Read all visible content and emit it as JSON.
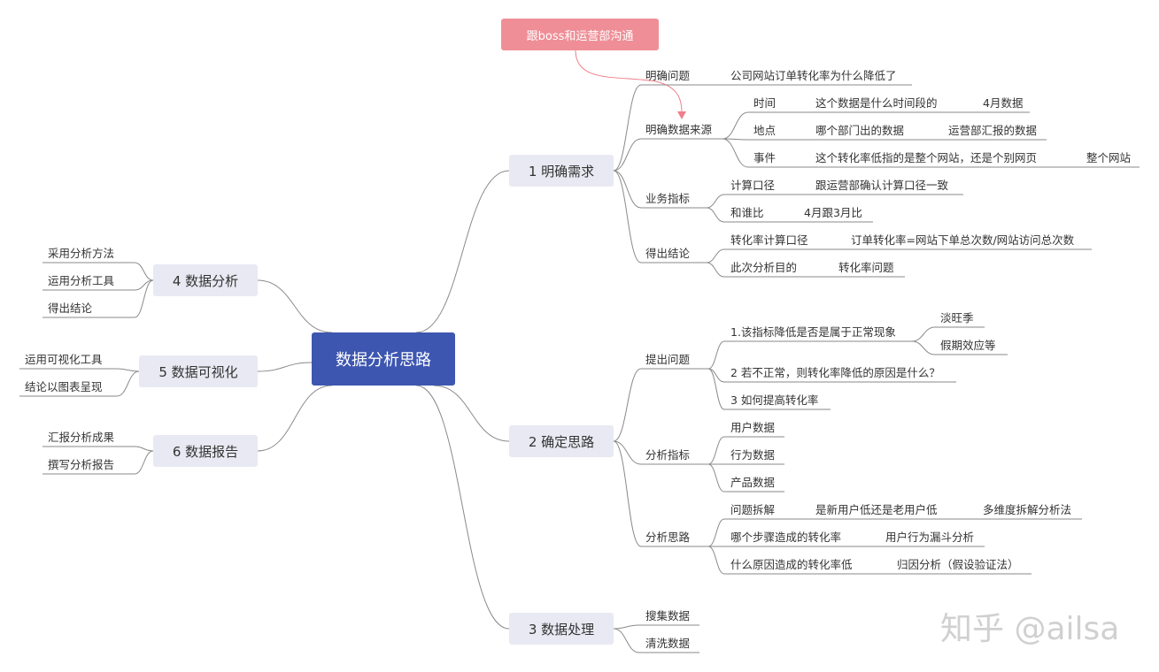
{
  "title": "数据分析思路",
  "floating_topic": "跟boss和运营部沟通",
  "watermark": "知乎 @ailsa",
  "colors": {
    "root": "#3d56b0",
    "branch_bg": "#e8e9f2",
    "floating": "#ef8e97",
    "line": "#8a8a8a",
    "relation": "#ef7f8a"
  },
  "branches": [
    {
      "label": "1 明确需求",
      "children": [
        {
          "label": "明确问题",
          "children": [
            {
              "label": "公司网站订单转化率为什么降低了"
            }
          ]
        },
        {
          "label": "明确数据来源",
          "children": [
            {
              "label": "时间",
              "children": [
                {
                  "label": "这个数据是什么时间段的",
                  "children": [
                    {
                      "label": "4月数据"
                    }
                  ]
                }
              ]
            },
            {
              "label": "地点",
              "children": [
                {
                  "label": "哪个部门出的数据",
                  "children": [
                    {
                      "label": "运营部汇报的数据"
                    }
                  ]
                }
              ]
            },
            {
              "label": "事件",
              "children": [
                {
                  "label": "这个转化率低指的是整个网站，还是个别网页",
                  "children": [
                    {
                      "label": "整个网站"
                    }
                  ]
                }
              ]
            }
          ]
        },
        {
          "label": "业务指标",
          "children": [
            {
              "label": "计算口径",
              "children": [
                {
                  "label": "跟运营部确认计算口径一致"
                }
              ]
            },
            {
              "label": "和谁比",
              "children": [
                {
                  "label": "4月跟3月比"
                }
              ]
            }
          ]
        },
        {
          "label": "得出结论",
          "children": [
            {
              "label": "转化率计算口径",
              "children": [
                {
                  "label": "订单转化率=网站下单总次数/网站访问总次数"
                }
              ]
            },
            {
              "label": "此次分析目的",
              "children": [
                {
                  "label": "转化率问题"
                }
              ]
            }
          ]
        }
      ]
    },
    {
      "label": "2 确定思路",
      "children": [
        {
          "label": "提出问题",
          "children": [
            {
              "label": "1.该指标降低是否是属于正常现象",
              "children": [
                {
                  "label": "淡旺季"
                },
                {
                  "label": "假期效应等"
                }
              ]
            },
            {
              "label": "2 若不正常，则转化率降低的原因是什么？"
            },
            {
              "label": "3 如何提高转化率"
            }
          ]
        },
        {
          "label": "分析指标",
          "children": [
            {
              "label": "用户数据"
            },
            {
              "label": "行为数据"
            },
            {
              "label": "产品数据"
            }
          ]
        },
        {
          "label": "分析思路",
          "children": [
            {
              "label": "问题拆解",
              "children": [
                {
                  "label": "是新用户低还是老用户低",
                  "children": [
                    {
                      "label": "多维度拆解分析法"
                    }
                  ]
                }
              ]
            },
            {
              "label": "哪个步骤造成的转化率",
              "children": [
                {
                  "label": "用户行为漏斗分析"
                }
              ]
            },
            {
              "label": "什么原因造成的转化率低",
              "children": [
                {
                  "label": "归因分析（假设验证法）"
                }
              ]
            }
          ]
        }
      ]
    },
    {
      "label": "3 数据处理",
      "children": [
        {
          "label": "搜集数据"
        },
        {
          "label": "清洗数据"
        }
      ]
    },
    {
      "label": "4 数据分析",
      "children": [
        {
          "label": "采用分析方法"
        },
        {
          "label": "运用分析工具"
        },
        {
          "label": "得出结论"
        }
      ]
    },
    {
      "label": "5 数据可视化",
      "children": [
        {
          "label": "运用可视化工具"
        },
        {
          "label": "结论以图表呈现"
        }
      ]
    },
    {
      "label": "6 数据报告",
      "children": [
        {
          "label": "汇报分析成果"
        },
        {
          "label": "撰写分析报告"
        }
      ]
    }
  ]
}
